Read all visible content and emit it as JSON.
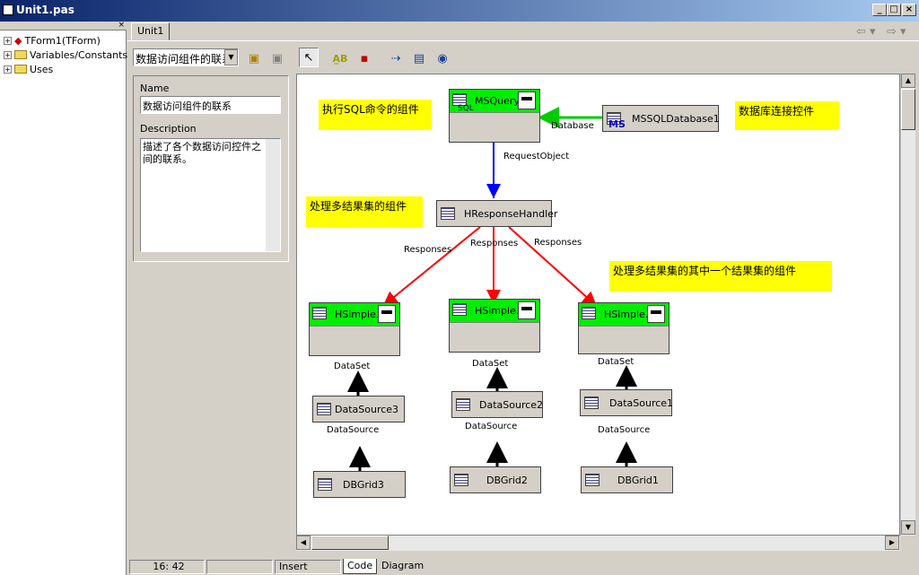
{
  "window": {
    "title": "Unit1.pas"
  },
  "tree": {
    "items": [
      "TForm1(TForm)",
      "Variables/Constants",
      "Uses"
    ]
  },
  "editor": {
    "tab": "Unit1"
  },
  "toolbar": {
    "diagram_select": "数据访问组件的联系"
  },
  "props": {
    "name_label": "Name",
    "name_value": "数据访问组件的联系",
    "desc_label": "Description",
    "desc_value": "描述了各个数据访问控件之间的联系。"
  },
  "diagram": {
    "msquery": "MSQuery",
    "msquery_sub": "SQL",
    "mssqldb": "MSSQLDatabase1",
    "mssqldb_sub": "MS",
    "database_label": "Database",
    "request_label": "RequestObject",
    "handler": "HResponseHandler",
    "responses": [
      "Responses",
      "Responses",
      "Responses"
    ],
    "simple": [
      "HSimple...",
      "HSimple...",
      "HSimple..."
    ],
    "dataset": [
      "DataSet",
      "DataSet",
      "DataSet"
    ],
    "datasources": [
      "DataSource3",
      "DataSource2",
      "DataSource1"
    ],
    "datasource_label": [
      "DataSource",
      "DataSource",
      "DataSource"
    ],
    "grids": [
      "DBGrid3",
      "DBGrid2",
      "DBGrid1"
    ],
    "note1": "执行SQL命令的组件",
    "note2": "数据库连接控件",
    "note3": "处理多结果集的组件",
    "note4": "处理多结果集的其中一个结果集的组件"
  },
  "status": {
    "pos": "16: 42",
    "mode": "Insert",
    "tab_code": "Code",
    "tab_diagram": "Diagram"
  },
  "colors": {
    "accent_green": "#00ee00",
    "arrow_red": "#ff0000",
    "arrow_blue": "#0000ff",
    "note_yellow": "#ffff00"
  }
}
